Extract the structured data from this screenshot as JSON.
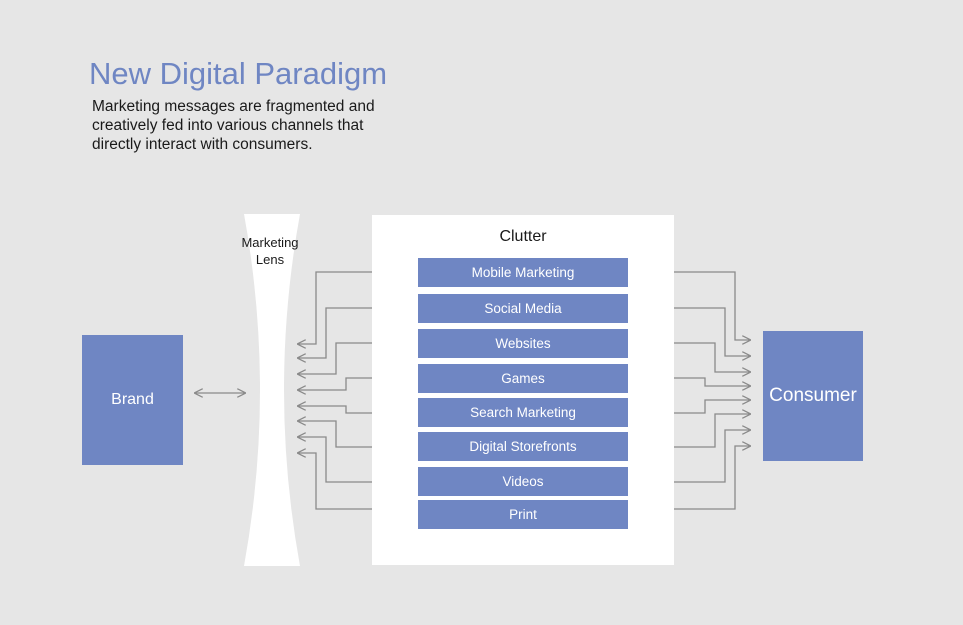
{
  "title": "New Digital Paradigm",
  "subtitle_lines": [
    "Marketing messages are fragmented and",
    "creatively fed into various channels that",
    "directly interact with consumers."
  ],
  "brand_label": "Brand",
  "consumer_label": "Consumer",
  "lens_label_lines": [
    "Marketing",
    "Lens"
  ],
  "clutter_label": "Clutter",
  "channels": [
    "Mobile Marketing",
    "Social Media",
    "Websites",
    "Games",
    "Search Marketing",
    "Digital Storefronts",
    "Videos",
    "Print"
  ],
  "colors": {
    "accent": "#6f86c3",
    "background": "#e6e6e6",
    "panel": "#ffffff",
    "arrow": "#8a8a8a"
  }
}
